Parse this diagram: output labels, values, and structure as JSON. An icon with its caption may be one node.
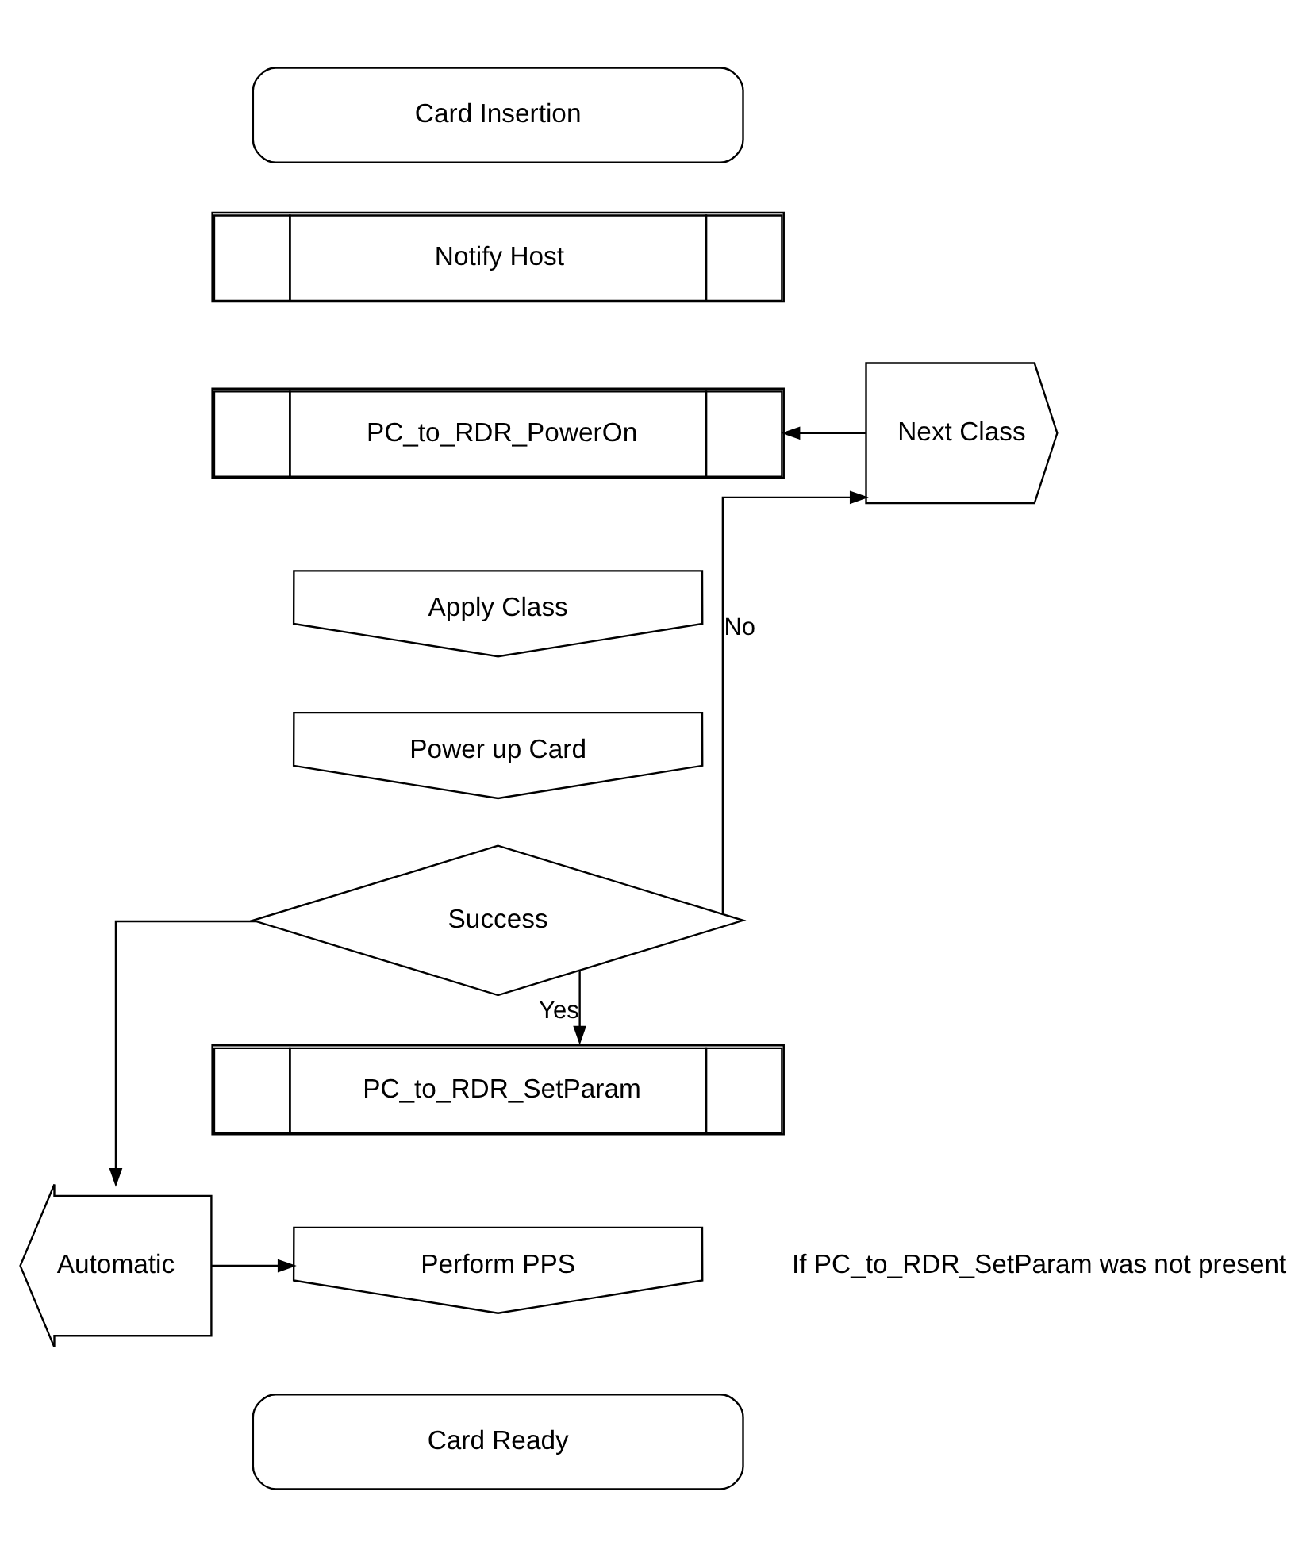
{
  "diagram": {
    "nodes": [
      {
        "text": [
          "Card Insertion"
        ]
      },
      {
        "text": [
          "Notify Host"
        ]
      },
      {
        "text": [
          "PC_to_RDR_PowerOn"
        ]
      },
      {
        "text": [
          "Apply Class"
        ]
      },
      {
        "text": [
          "Power up Card"
        ]
      },
      {
        "text": [
          "Success"
        ]
      },
      {
        "text": [
          "Next Class"
        ]
      },
      {
        "text": [
          "PC_to_RDR_SetParam"
        ]
      },
      {
        "text": [
          "Automatic"
        ]
      },
      {
        "text": [
          "Perform PPS"
        ]
      },
      {
        "text": [
          "Card Ready"
        ]
      }
    ],
    "edges": [
      {
        "from": 5,
        "to": 6,
        "arrow": "to",
        "label": "No"
      },
      {
        "from": 6,
        "to": 2,
        "arrow": "to"
      },
      {
        "from": 5,
        "to": 7,
        "arrow": "to",
        "label": "Yes"
      },
      {
        "from": 5,
        "to": 8,
        "arrow": "to"
      },
      {
        "from": 8,
        "to": 9,
        "arrow": "to"
      }
    ],
    "labels": [
      "If PC_to_RDR_SetParam was not present"
    ]
  }
}
